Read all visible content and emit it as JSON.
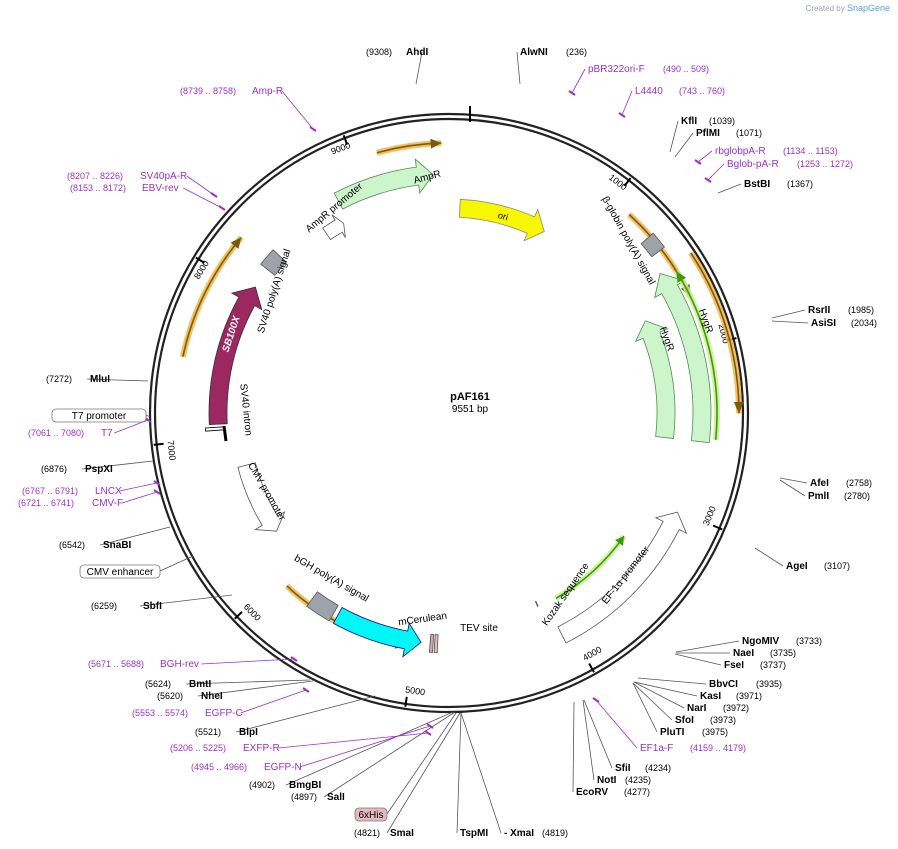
{
  "credit": {
    "prefix": "Created by",
    "brand": "SnapGene"
  },
  "plasmid": {
    "name": "pAF161",
    "size_label": "9551 bp",
    "length": 9551
  },
  "colors": {
    "backbone": "#222222",
    "enzyme_text": "#000000",
    "primer": "#9b30c8",
    "ori": "#f7f700",
    "resistance": "#ccf5cc",
    "promoter": "#ffffff",
    "polyA": "#9ea3aa",
    "sb100x": "#9b2860",
    "mcerulean": "#00f7f7",
    "orf_highlight": "#f0b445",
    "orf_green": "#3a9a10",
    "tag": "#e6b8c0"
  },
  "ticks": [
    {
      "bp": 1000,
      "label": "1000"
    },
    {
      "bp": 2000,
      "label": "2000"
    },
    {
      "bp": 3000,
      "label": "3000"
    },
    {
      "bp": 4000,
      "label": "4000"
    },
    {
      "bp": 5000,
      "label": "5000"
    },
    {
      "bp": 6000,
      "label": "6000"
    },
    {
      "bp": 7000,
      "label": "7000"
    },
    {
      "bp": 8000,
      "label": "8000"
    },
    {
      "bp": 9000,
      "label": "9000"
    }
  ],
  "enzymes": [
    {
      "name": "AhdI",
      "pos": "(9308)"
    },
    {
      "name": "AlwNI",
      "pos": "(236)"
    },
    {
      "name": "KflI",
      "pos": "(1039)"
    },
    {
      "name": "PflMI",
      "pos": "(1071)"
    },
    {
      "name": "BstBI",
      "pos": "(1367)"
    },
    {
      "name": "RsrII",
      "pos": "(1985)"
    },
    {
      "name": "AsiSI",
      "pos": "(2034)"
    },
    {
      "name": "AfeI",
      "pos": "(2758)"
    },
    {
      "name": "PmlI",
      "pos": "(2780)"
    },
    {
      "name": "AgeI",
      "pos": "(3107)"
    },
    {
      "name": "NgoMIV",
      "pos": "(3733)"
    },
    {
      "name": "NaeI",
      "pos": "(3735)"
    },
    {
      "name": "FseI",
      "pos": "(3737)"
    },
    {
      "name": "BbvCI",
      "pos": "(3935)"
    },
    {
      "name": "KasI",
      "pos": "(3971)"
    },
    {
      "name": "NarI",
      "pos": "(3972)"
    },
    {
      "name": "SfoI",
      "pos": "(3973)"
    },
    {
      "name": "PluTI",
      "pos": "(3975)"
    },
    {
      "name": "SfiI",
      "pos": "(4234)"
    },
    {
      "name": "NotI",
      "pos": "(4235)"
    },
    {
      "name": "EcoRV",
      "pos": "(4277)"
    },
    {
      "name": "TspMI",
      "pos": ""
    },
    {
      "name": "- XmaI",
      "pos": "(4819)"
    },
    {
      "name": "SmaI",
      "pos": "(4821)"
    },
    {
      "name": "SalI",
      "pos": "(4897)"
    },
    {
      "name": "BmgBI",
      "pos": "(4902)"
    },
    {
      "name": "BlpI",
      "pos": "(5521)"
    },
    {
      "name": "NheI",
      "pos": "(5620)"
    },
    {
      "name": "BmtI",
      "pos": "(5624)"
    },
    {
      "name": "SbfI",
      "pos": "(6259)"
    },
    {
      "name": "SnaBI",
      "pos": "(6542)"
    },
    {
      "name": "PspXI",
      "pos": "(6876)"
    },
    {
      "name": "MluI",
      "pos": "(7272)"
    }
  ],
  "primers": [
    {
      "name": "pBR322ori-F",
      "range": "(490 .. 509)"
    },
    {
      "name": "L4440",
      "range": "(743 .. 760)"
    },
    {
      "name": "rbglobpA-R",
      "range": "(1134 .. 1153)"
    },
    {
      "name": "Bglob-pA-R",
      "range": "(1253 .. 1272)"
    },
    {
      "name": "EF1a-F",
      "range": "(4159 .. 4179)"
    },
    {
      "name": "EXFP-R",
      "range": "(5206 .. 5225)"
    },
    {
      "name": "EGFP-N",
      "range": "(4945 .. 4966)"
    },
    {
      "name": "EGFP-C",
      "range": "(5553 .. 5574)"
    },
    {
      "name": "BGH-rev",
      "range": "(5671 .. 5688)"
    },
    {
      "name": "LNCX",
      "range": "(6767 .. 6791)"
    },
    {
      "name": "CMV-F",
      "range": "(6721 .. 6741)"
    },
    {
      "name": "T7",
      "range": "(7061 .. 7080)"
    },
    {
      "name": "SV40pA-R",
      "range": "(8207 .. 8226)"
    },
    {
      "name": "EBV-rev",
      "range": "(8153 .. 8172)"
    },
    {
      "name": "Amp-R",
      "range": "(8739 .. 8758)"
    }
  ],
  "boxed_features": [
    {
      "name": "T7 promoter"
    },
    {
      "name": "CMV enhancer"
    },
    {
      "name": "6xHis"
    }
  ],
  "features": {
    "ori": "ori",
    "ampr": "AmpR",
    "ampr_promoter": "AmpR promoter",
    "bglobin_polya": "β-globin poly(A) signal",
    "hygr_inner": "HygR",
    "hygr_outer": "HygR",
    "sv40_polya": "SV40 poly(A) signal",
    "sb100x": "SB100X",
    "sv40_intron": "SV40 intron",
    "cmv_promoter": "CMV promoter",
    "bgh_polya": "bGH poly(A) signal",
    "mcerulean": "mCerulean",
    "tev_site": "TEV site",
    "kozak": "Kozak sequence",
    "ef1a_promoter": "EF-1α promoter"
  }
}
